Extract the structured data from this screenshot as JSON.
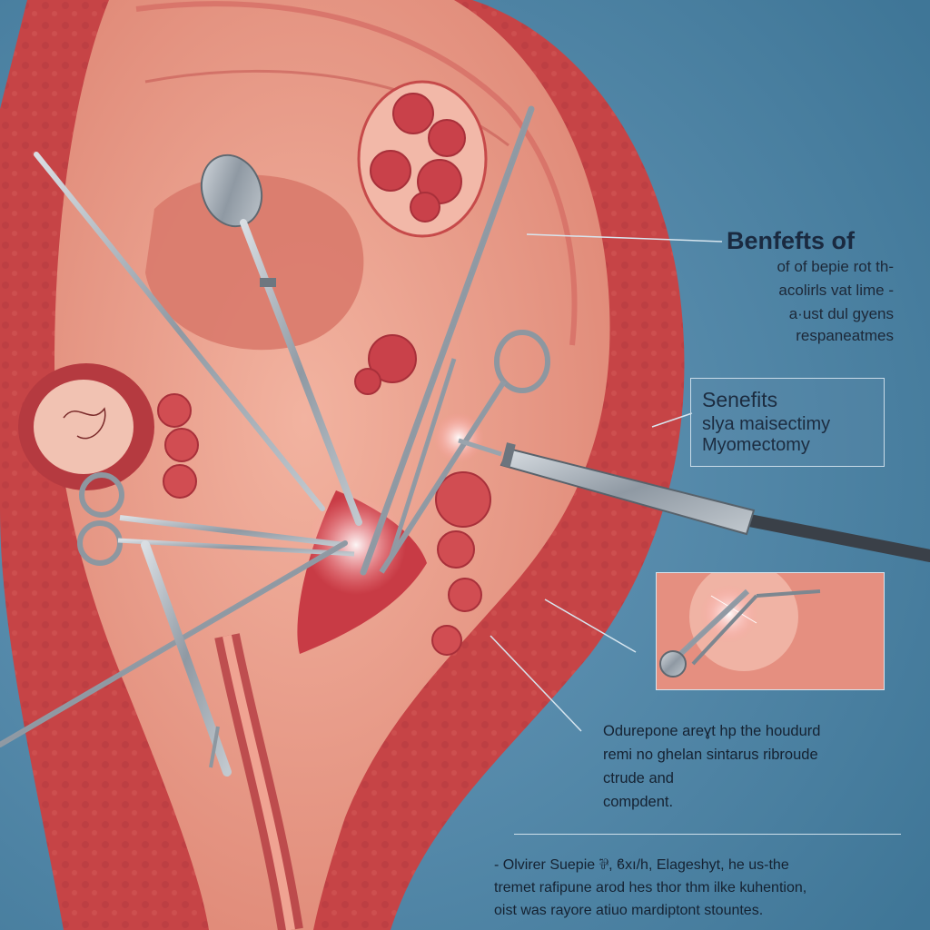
{
  "heading_1": "Benfefts of",
  "right_lines": [
    "of of bepie rot th-",
    "acolirls vat lime   -",
    "a·ust dul gyens",
    "respaneatmes"
  ],
  "box": {
    "line1": "Senefits",
    "line2": "slya maisectimy",
    "line3": "Myomectomy"
  },
  "paragraph_1": [
    "Odurepone areɣt hp the houdurd",
    "remi no ghelan sintarus ribroude",
    "ctrude and",
    "compdent."
  ],
  "paragraph_2": [
    "-   Olvirer Suepie ⅌, ϐxı/h, Elageshyt,  he us-the",
    "tremet rafipune arod hes thor thm ilke kuhention,",
    "oist was rayore atiuo mardiptont stountes."
  ],
  "colors": {
    "background": "#4f86a8",
    "tissue_outer": "#c9484a",
    "tissue_inner": "#eea08e",
    "fibroid": "#c83b45",
    "instrument": "#9ea6ae"
  },
  "icons": [
    "scissors-icon",
    "forceps-icon",
    "laparoscopic-probe-icon",
    "syringe-bulb-icon"
  ]
}
